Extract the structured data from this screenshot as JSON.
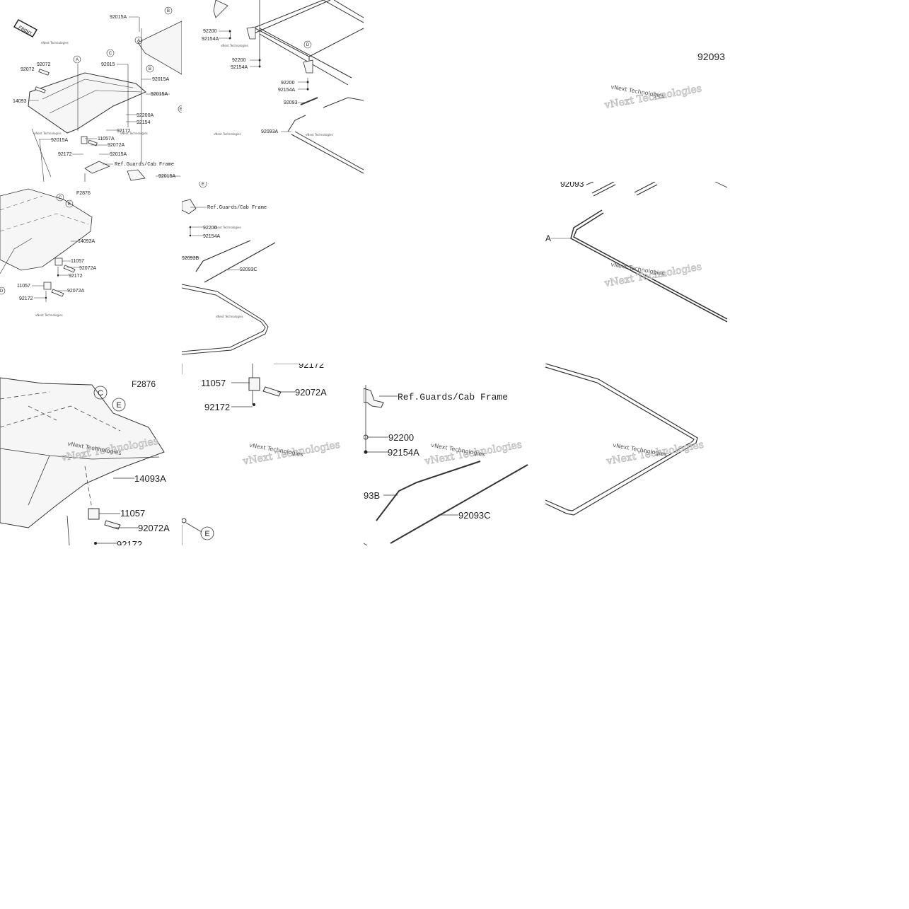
{
  "watermark": {
    "line1": "vNext Technologies",
    "line2": "vNext Technologies"
  },
  "tiles": {
    "t1": {
      "front_badge": "FRONT",
      "labels": [
        "92015A",
        "92072",
        "92072",
        "14093",
        "92015",
        "92015A",
        "92015A",
        "92200A",
        "92154",
        "92172",
        "11057A",
        "92072A",
        "92015A",
        "92172",
        "92015A",
        "92015A"
      ],
      "callouts": [
        "B",
        "A",
        "C",
        "A",
        "B",
        "E"
      ],
      "ref": "Ref.Guards/Cab Frame"
    },
    "t2": {
      "labels": [
        "92200",
        "92154A",
        "92200",
        "92154A",
        "92200",
        "92154A",
        "92093",
        "92093A"
      ],
      "callouts": [
        "D"
      ]
    },
    "t4": {
      "label": "92093"
    },
    "t6": {
      "fig": "F2876",
      "labels": [
        "14093A",
        "11057",
        "92072A",
        "92172",
        "11057",
        "92072A",
        "92172"
      ],
      "callouts": [
        "C",
        "E",
        "D"
      ]
    },
    "t7": {
      "callouts": [
        "E"
      ],
      "ref": "Ref.Guards/Cab Frame",
      "labels": [
        "92200",
        "92154A",
        "92093B",
        "92093C"
      ]
    },
    "t9": {
      "labels": [
        "92093",
        "A"
      ]
    },
    "t11": {
      "fig": "F2876",
      "labels": [
        "14093A",
        "11057",
        "92072A",
        "92172"
      ],
      "callouts": [
        "C",
        "E"
      ]
    },
    "t12": {
      "labels": [
        "92172",
        "11057",
        "92072A",
        "92172"
      ],
      "callouts": [
        "E"
      ]
    },
    "t13": {
      "ref": "Ref.Guards/Cab Frame",
      "labels": [
        "92200",
        "92154A",
        "93B",
        "92093C"
      ]
    }
  }
}
